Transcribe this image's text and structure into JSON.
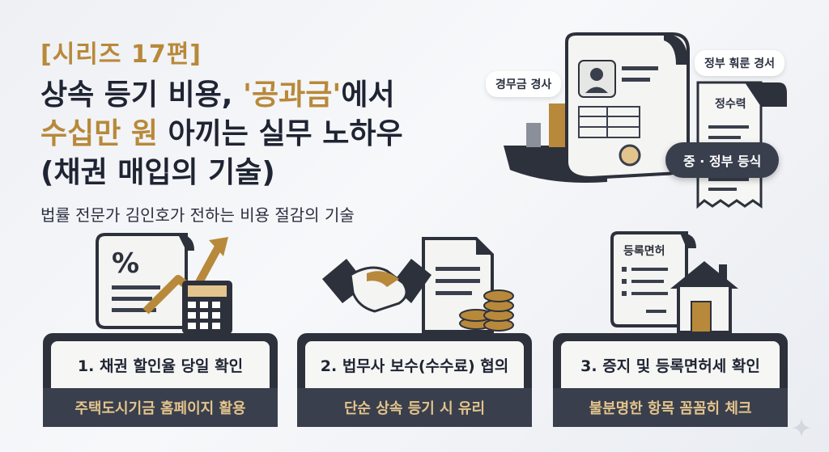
{
  "header": {
    "series": "[시리즈 17편]",
    "title_line1_a": "상속 등기 비용, ",
    "title_line1_b": "'공과금'",
    "title_line1_c": "에서",
    "title_line2_a": "수십만 원",
    "title_line2_b": " 아끼는 실무 노하우",
    "title_line3": "(채권 매입의 기술)",
    "subtitle": "법률 전문가 김인호가 전하는 비용 절감의 기술"
  },
  "hero": {
    "bubble_left": "경무금 경사",
    "bubble_right": "정부 훠룬 경서",
    "receipt_title": "정수력",
    "pill": "중 · 정부 등식"
  },
  "cards": [
    {
      "title": "1. 채권 할인율 당일 확인",
      "subtitle": "주택도시기금 홈페이지 활용"
    },
    {
      "title": "2. 법무사 보수(수수료) 협의",
      "subtitle": "단순 상속 등기 시 유리"
    },
    {
      "title": "3. 증지 및 등록면허세 확인",
      "subtitle": "불분명한 항목 꼼꼼히 체크"
    }
  ],
  "icons": {
    "card1_symbol": "%",
    "card3_doc_title": "등록면허"
  },
  "colors": {
    "gold": "#b8893a",
    "navy": "#1f2433",
    "card_dark": "#3a3f4d",
    "card_subtitle": "#e3c48c"
  }
}
